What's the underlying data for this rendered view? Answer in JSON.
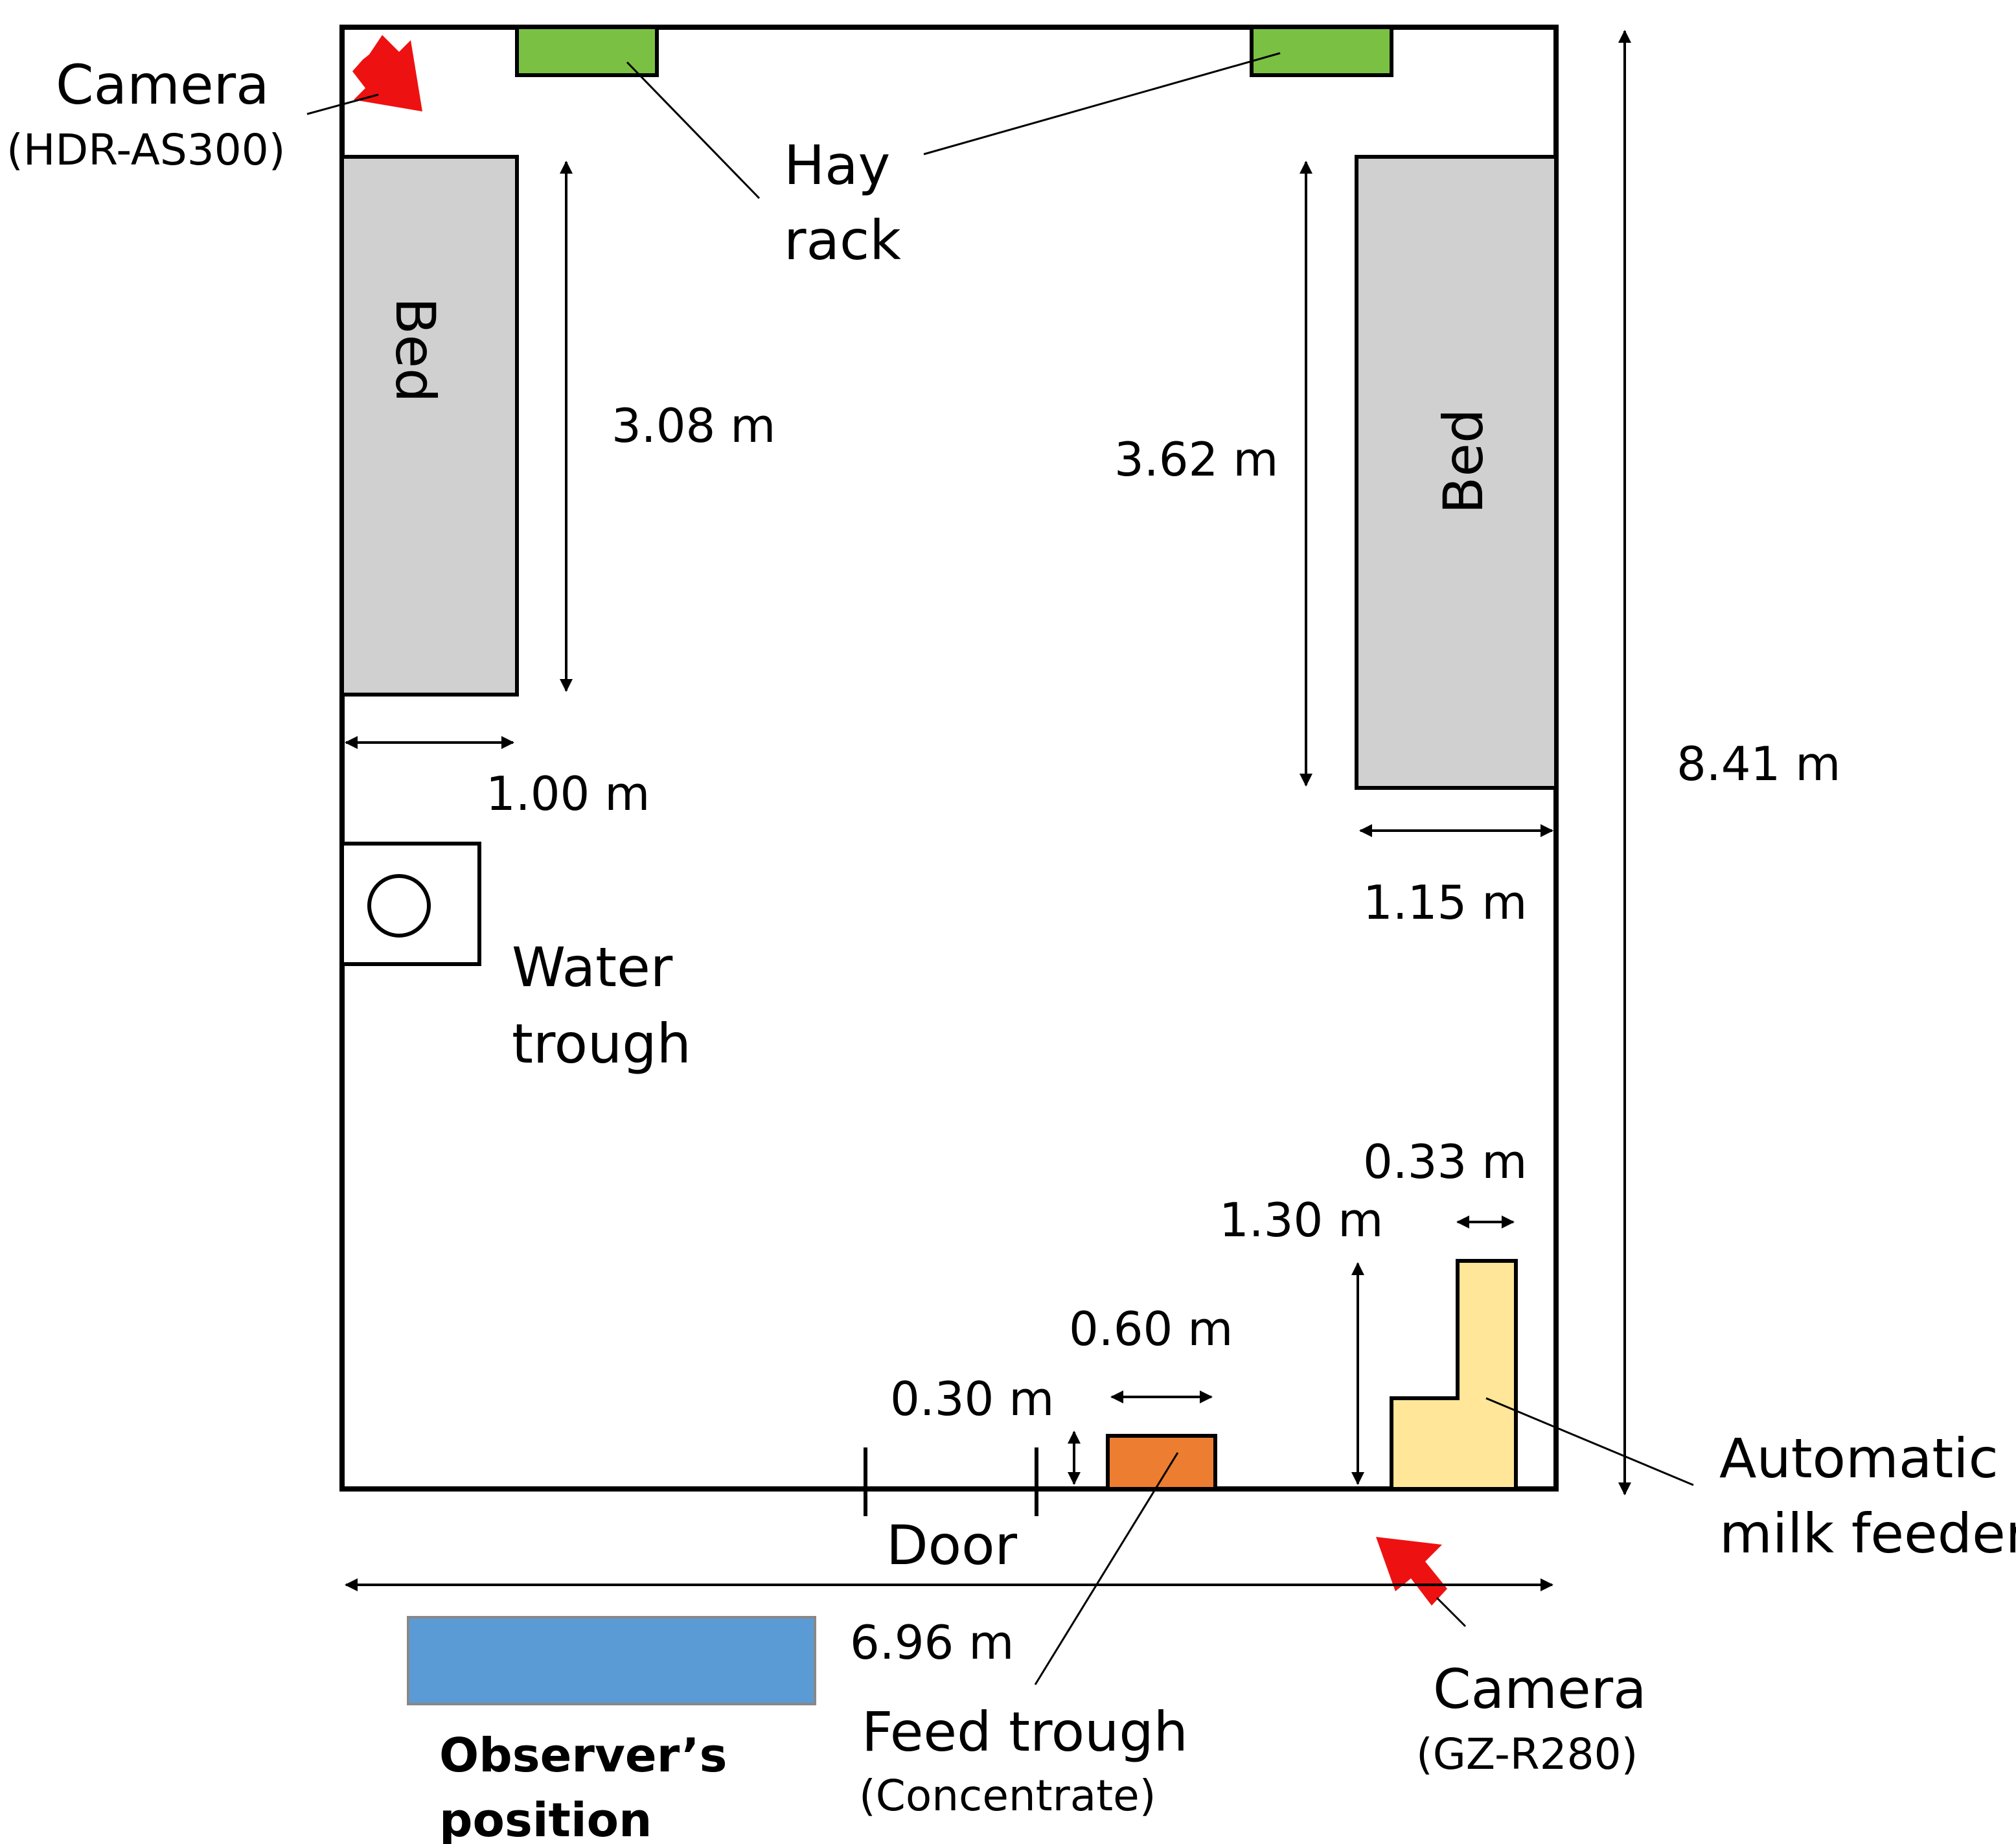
{
  "colors": {
    "bed_fill": "#d0d0d0",
    "hay_rack_fill": "#7ac143",
    "feed_trough_fill": "#ed7d31",
    "milk_feeder_fill": "#ffe699",
    "observer_fill": "#5b9bd5",
    "camera_arrow": "#ee1111",
    "line": "#000000"
  },
  "labels": {
    "camera_top": "Camera",
    "camera_top_model": "(HDR-AS300)",
    "hay_line1": "Hay",
    "hay_line2": "rack",
    "bed_left": "Bed",
    "bed_right": "Bed",
    "water_line1": "Water",
    "water_line2": "trough",
    "door": "Door",
    "milk_line1": "Automatic",
    "milk_line2": "milk feeder",
    "feed_line1": "Feed trough",
    "feed_line2": "(Concentrate)",
    "camera_bottom": "Camera",
    "camera_bottom_model": "(GZ-R280)",
    "observer_line1": "Observer’s",
    "observer_line2": "position"
  },
  "dimensions": {
    "left_bed_length": "3.08 m",
    "right_bed_length": "3.62 m",
    "left_bed_width": "1.00 m",
    "right_bed_width": "1.15 m",
    "room_length": "8.41 m",
    "room_width": "6.96 m",
    "milk_feeder_top_width": "0.33 m",
    "milk_feeder_length": "1.30 m",
    "feed_trough_width": "0.60 m",
    "feed_trough_depth": "0.30 m"
  }
}
